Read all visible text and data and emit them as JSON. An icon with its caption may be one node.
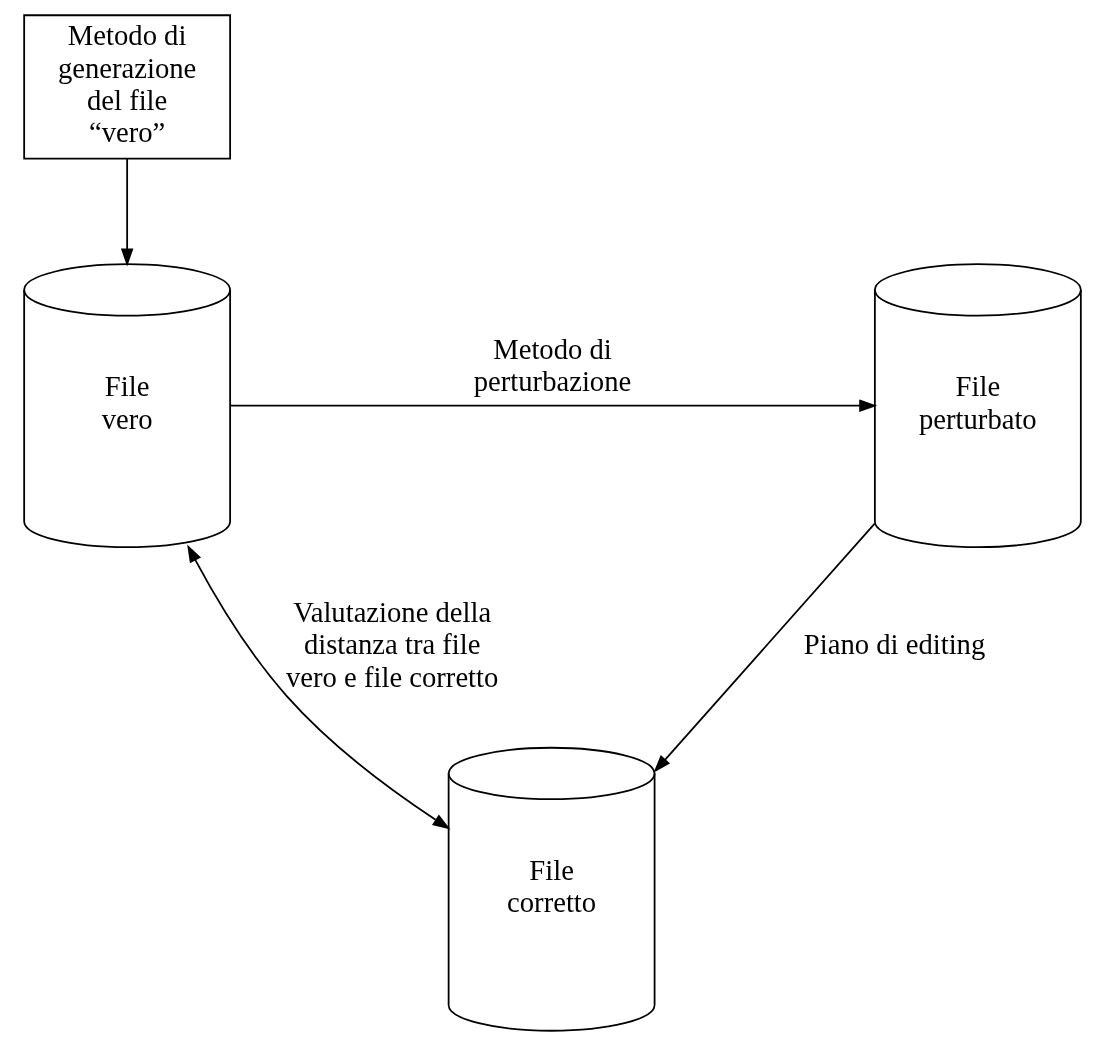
{
  "diagram": {
    "nodes": [
      {
        "text": [
          "Metodo di generazione del file “vero”"
        ]
      },
      {
        "text": [
          "File vero"
        ]
      },
      {
        "text": [
          "File perturbato"
        ]
      },
      {
        "text": [
          "File corretto"
        ]
      }
    ],
    "edges": [
      {
        "from": 0,
        "to": 1,
        "arrow": "to"
      },
      {
        "from": 1,
        "to": 2,
        "arrow": "to",
        "label": "Metodo di perturbazione"
      },
      {
        "from": 2,
        "to": 3,
        "arrow": "to",
        "label": "Piano di editing"
      },
      {
        "from": 1,
        "to": 3,
        "arrow": "both",
        "label": "Valutazione della distanza tra file vero e file corretto"
      }
    ]
  }
}
